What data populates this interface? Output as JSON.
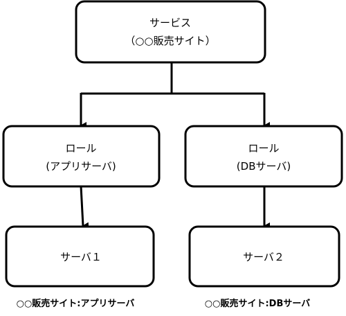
{
  "nodes": {
    "service": {
      "line1": "サービス",
      "line2": "（○○販売サイト）"
    },
    "role_app": {
      "line1": "ロール",
      "line2": "(アプリサーバ)"
    },
    "role_db": {
      "line1": "ロール",
      "line2": "(DBサーバ)"
    },
    "server1": {
      "label": "サーバ１"
    },
    "server2": {
      "label": "サーバ２"
    }
  },
  "captions": {
    "left": "○○販売サイト:アプリサーバ",
    "right": "○○販売サイト:DBサーバ"
  }
}
